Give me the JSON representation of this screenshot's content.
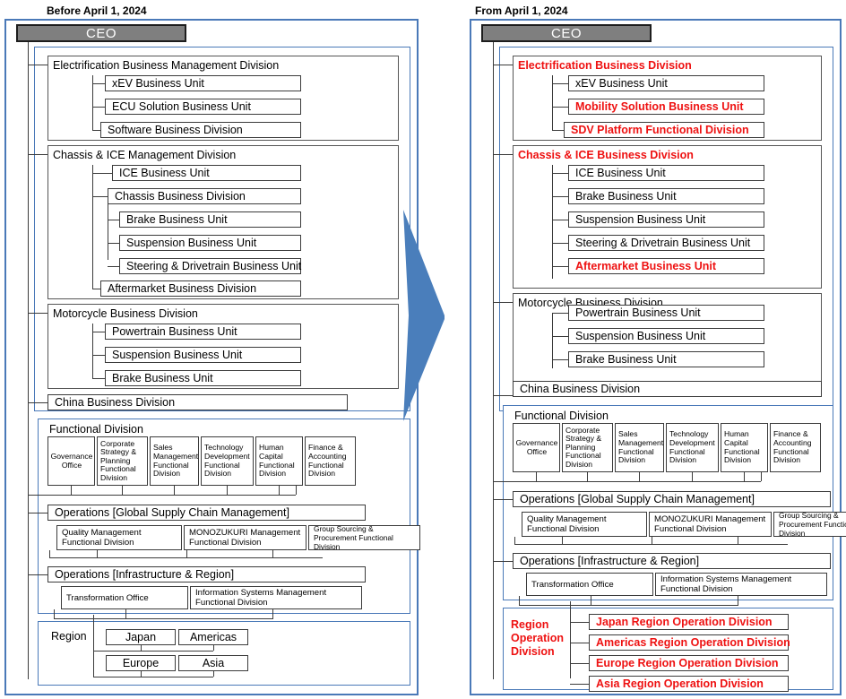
{
  "meta": {
    "colors": {
      "accent_blue": "#4a79b8",
      "highlight_red": "#ee1111",
      "ceo_fill": "#7f7f7f",
      "line_gray": "#3b3b3b"
    }
  },
  "left": {
    "caption": "Before April 1, 2024",
    "ceo": "CEO",
    "business": {
      "divisions": [
        {
          "name": "Electrification Business Management Division",
          "highlight": false,
          "children": [
            {
              "name": "xEV Business Unit",
              "highlight": false
            },
            {
              "name": "ECU Solution Business Unit",
              "highlight": false
            },
            {
              "name": "Software Business Division",
              "highlight": false
            }
          ]
        },
        {
          "name": "Chassis & ICE Management Division",
          "highlight": false,
          "children": [
            {
              "name": "ICE Business Unit",
              "highlight": false
            },
            {
              "name": "Chassis Business Division",
              "highlight": false,
              "children": [
                {
                  "name": "Brake Business Unit",
                  "highlight": false
                },
                {
                  "name": "Suspension Business Unit",
                  "highlight": false
                },
                {
                  "name": "Steering & Drivetrain Business Unit",
                  "highlight": false
                }
              ]
            },
            {
              "name": "Aftermarket Business Division",
              "highlight": false
            }
          ]
        },
        {
          "name": "Motorcycle Business Division",
          "highlight": false,
          "children": [
            {
              "name": "Powertrain Business Unit",
              "highlight": false
            },
            {
              "name": "Suspension Business Unit",
              "highlight": false
            },
            {
              "name": "Brake Business Unit",
              "highlight": false
            }
          ]
        }
      ],
      "china": "China Business Division"
    },
    "functional": {
      "title": "Functional Division",
      "columns": [
        "Governance Office",
        "Corporate Strategy & Planning Functional Division",
        "Sales Management Functional Division",
        "Technology Development Functional Division",
        "Human Capital Functional Division",
        "Finance & Accounting Functional Division"
      ],
      "operations_gscm": {
        "title": "Operations [Global Supply Chain Management]",
        "items": [
          "Quality Management Functional Division",
          "MONOZUKURI Management Functional Division",
          "Group Sourcing & Procurement Functional Division"
        ]
      },
      "operations_infra": {
        "title": "Operations [Infrastructure & Region]",
        "items": [
          "Transformation Office",
          "Information Systems Management Functional Division"
        ]
      }
    },
    "region": {
      "title": "Region",
      "items": [
        "Japan",
        "Americas",
        "Europe",
        "Asia"
      ]
    }
  },
  "right": {
    "caption": "From April 1, 2024",
    "ceo": "CEO",
    "business": {
      "divisions": [
        {
          "name": "Electrification Business Division",
          "highlight": true,
          "children": [
            {
              "name": "xEV Business Unit",
              "highlight": false
            },
            {
              "name": "Mobility Solution Business Unit",
              "highlight": true
            },
            {
              "name": "SDV Platform Functional Division",
              "highlight": true
            }
          ]
        },
        {
          "name": "Chassis & ICE Business Division",
          "highlight": true,
          "children": [
            {
              "name": "ICE Business Unit",
              "highlight": false
            },
            {
              "name": "Brake Business Unit",
              "highlight": false
            },
            {
              "name": "Suspension Business Unit",
              "highlight": false
            },
            {
              "name": "Steering & Drivetrain Business Unit",
              "highlight": false
            },
            {
              "name": "Aftermarket Business Unit",
              "highlight": true
            }
          ]
        },
        {
          "name": "Motorcycle Business Division",
          "highlight": false,
          "children": [
            {
              "name": "Powertrain Business Unit",
              "highlight": false
            },
            {
              "name": "Suspension Business Unit",
              "highlight": false
            },
            {
              "name": "Brake Business Unit",
              "highlight": false
            }
          ]
        }
      ],
      "china": "China Business Division"
    },
    "functional": {
      "title": "Functional Division",
      "columns": [
        "Governance Office",
        "Corporate Strategy & Planning Functional Division",
        "Sales Management Functional Division",
        "Technology Development Functional Division",
        "Human Capital Functional Division",
        "Finance & Accounting Functional Division"
      ],
      "operations_gscm": {
        "title": "Operations [Global Supply Chain Management]",
        "items": [
          "Quality Management Functional Division",
          "MONOZUKURI Management Functional Division",
          "Group Sourcing & Procurement Functional Division"
        ]
      },
      "operations_infra": {
        "title": "Operations [Infrastructure & Region]",
        "items": [
          "Transformation Office",
          "Information Systems Management Functional Division"
        ]
      }
    },
    "region": {
      "title": "Region Operation Division",
      "title_lines": [
        "Region",
        "Operation",
        "Division"
      ],
      "items": [
        "Japan Region Operation Division",
        "Americas Region Operation Division",
        "Europe Region Operation Division",
        "Asia Region Operation Division"
      ]
    }
  },
  "arrow": {
    "name": "transition-arrow",
    "direction": "right"
  }
}
